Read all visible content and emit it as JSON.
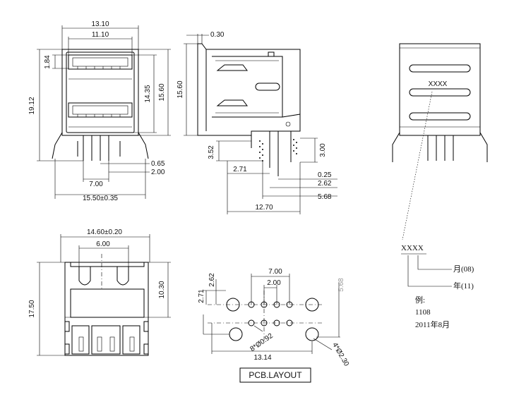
{
  "front_view": {
    "dims": {
      "w_outer": "13.10",
      "w_inner": "11.10",
      "h_top_gap": "1.84",
      "h_total": "19.12",
      "h_mid": "14.35",
      "h_body": "15.60",
      "pin_w": "0.65",
      "pin_gap": "2.00",
      "pin_span": "7.00",
      "base_w": "15.50±0.35"
    }
  },
  "side_view": {
    "dims": {
      "plate": "0.30",
      "height": "15.60",
      "pin_left": "3.52",
      "pin_right": "3.00",
      "pin_off": "2.71",
      "pin_thk": "0.25",
      "pin_pitch": "2.62",
      "pin_span": "5.68",
      "length": "12.70"
    }
  },
  "rear_view": {
    "marking": "XXXX"
  },
  "bottom_view": {
    "dims": {
      "width": "14.60±0.20",
      "inner": "6.00",
      "height": "17.50",
      "depth": "10.30"
    }
  },
  "pcb_layout": {
    "title": "PCB.LAYOUT",
    "dims": {
      "span": "7.00",
      "pitch": "2.00",
      "row_y": "2.71",
      "row_y2": "2.62",
      "row_gap": "5.68",
      "holes": "8*Ø0.92",
      "mount": "4*Ø2.30",
      "width": "13.14"
    }
  },
  "date_code": {
    "code": "XXXX",
    "month_label": "月(08)",
    "year_label": "年(11)",
    "example_label": "例:",
    "example_code": "1108",
    "example_date": "2011年8月"
  }
}
